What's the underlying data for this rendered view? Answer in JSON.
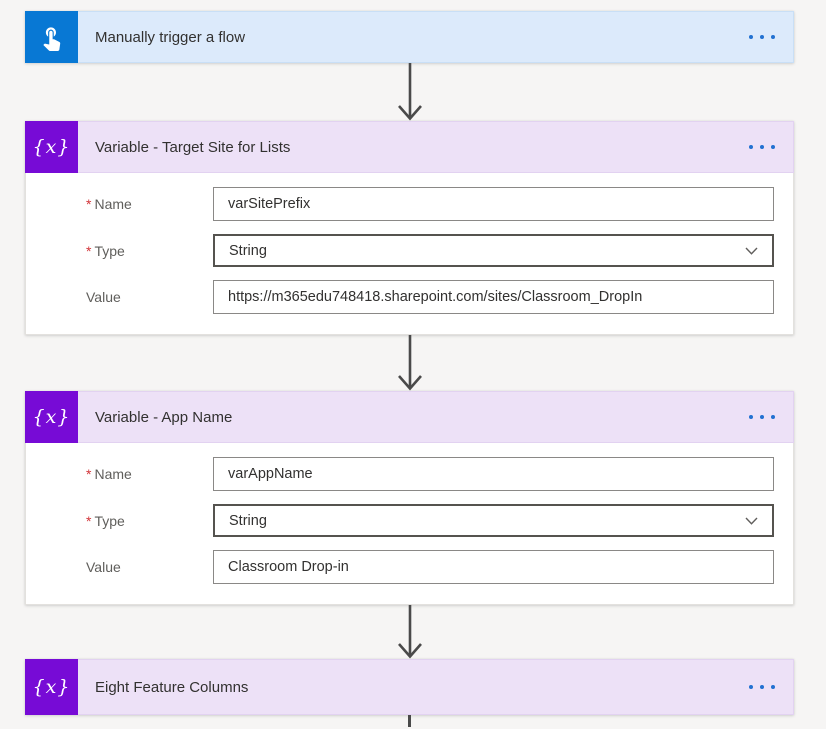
{
  "trigger": {
    "title": "Manually trigger a flow"
  },
  "variable_site": {
    "title": "Variable - Target Site for Lists",
    "required_mark": "*",
    "name_label": "Name",
    "name_value": "varSitePrefix",
    "type_label": "Type",
    "type_value": "String",
    "value_label": "Value",
    "value_value": "https://m365edu748418.sharepoint.com/sites/Classroom_DropIn"
  },
  "variable_app": {
    "title": "Variable - App Name",
    "required_mark": "*",
    "name_label": "Name",
    "name_value": "varAppName",
    "type_label": "Type",
    "type_value": "String",
    "value_label": "Value",
    "value_value": "Classroom Drop-in"
  },
  "feature_columns": {
    "title": "Eight Feature Columns"
  },
  "icons": {
    "variable_glyph": "{x}"
  },
  "colors": {
    "canvas_bg": "#F6F5F4",
    "trigger_icon_bg": "#0878D4",
    "trigger_header_bg": "#DCEAFB",
    "variable_icon_bg": "#770BD6",
    "variable_header_bg": "#EDE1F7",
    "menu_dots": "#2271D1",
    "arrow": "#4A4A4A",
    "required_asterisk": "#D13438"
  }
}
